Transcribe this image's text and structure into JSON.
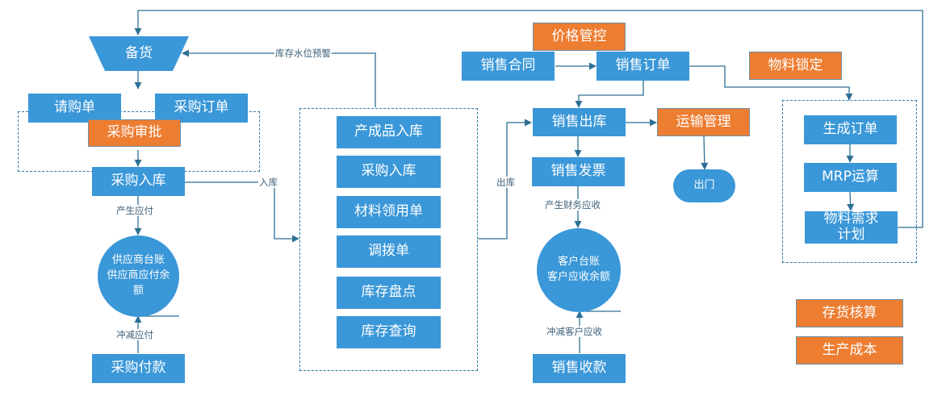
{
  "colors": {
    "process_blue": "#3a97d8",
    "control_orange": "#ed7d31",
    "connector": "#2e6f95",
    "dashed_group": "#2e7bab"
  },
  "purchase": {
    "prepare_goods": "备货",
    "requisition": "请购单",
    "purchase_order": "采购订单",
    "purchase_approval": "采购审批",
    "purchase_receipt": "采购入库",
    "supplier_ledger": [
      "供应商台账",
      "供应商应付余",
      "额"
    ],
    "purchase_payment": "采购付款"
  },
  "inventory": {
    "items": [
      "产成品入库",
      "采购入库",
      "材料领用单",
      "调拨单",
      "库存盘点",
      "库存查询"
    ]
  },
  "sales": {
    "price_control": "价格管控",
    "sales_contract": "销售合同",
    "sales_order": "销售订单",
    "sales_outbound": "销售出库",
    "transport_mgmt": "运输管理",
    "exit_gate": "出门",
    "sales_invoice": "销售发票",
    "customer_ledger": [
      "客户台账",
      "客户应收余额"
    ],
    "sales_receipt": "销售收款"
  },
  "production": {
    "material_lock": "物料锁定",
    "generate_order": "生成订单",
    "mrp_run": "MRP运算",
    "material_plan": [
      "物料需求",
      "计划"
    ]
  },
  "finance": {
    "inventory_costing": "存货核算",
    "production_cost": "生产成本"
  },
  "edge_labels": {
    "stock_level_alert": "库存水位预警",
    "inbound": "入库",
    "payable_generated": "产生应付",
    "payable_offset": "冲减应付",
    "outbound": "出库",
    "receivable_generated": "产生财务应收",
    "receivable_offset": "冲减客户应收"
  }
}
